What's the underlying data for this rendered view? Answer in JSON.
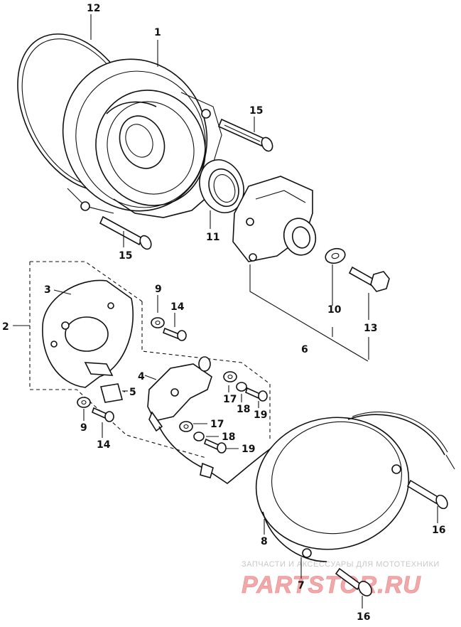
{
  "diagram": {
    "part_labels": [
      {
        "id": "12",
        "text": "12"
      },
      {
        "id": "1",
        "text": "1"
      },
      {
        "id": "15a",
        "text": "15"
      },
      {
        "id": "11",
        "text": "11"
      },
      {
        "id": "15b",
        "text": "15"
      },
      {
        "id": "3",
        "text": "3"
      },
      {
        "id": "9a",
        "text": "9"
      },
      {
        "id": "14a",
        "text": "14"
      },
      {
        "id": "10",
        "text": "10"
      },
      {
        "id": "13",
        "text": "13"
      },
      {
        "id": "2",
        "text": "2"
      },
      {
        "id": "6",
        "text": "6"
      },
      {
        "id": "4",
        "text": "4"
      },
      {
        "id": "5",
        "text": "5"
      },
      {
        "id": "17a",
        "text": "17"
      },
      {
        "id": "18a",
        "text": "18"
      },
      {
        "id": "19a",
        "text": "19"
      },
      {
        "id": "9b",
        "text": "9"
      },
      {
        "id": "14b",
        "text": "14"
      },
      {
        "id": "17b",
        "text": "17"
      },
      {
        "id": "18b",
        "text": "18"
      },
      {
        "id": "19b",
        "text": "19"
      },
      {
        "id": "16a",
        "text": "16"
      },
      {
        "id": "8",
        "text": "8"
      },
      {
        "id": "7",
        "text": "7"
      },
      {
        "id": "16b",
        "text": "16"
      }
    ],
    "watermark": {
      "tagline": "ЗАПЧАСТИ И АКСЕССУАРЫ ДЛЯ МОТОТЕХНИКИ",
      "brand": "PARTSTOR.RU",
      "color": "#e58a8a"
    }
  }
}
